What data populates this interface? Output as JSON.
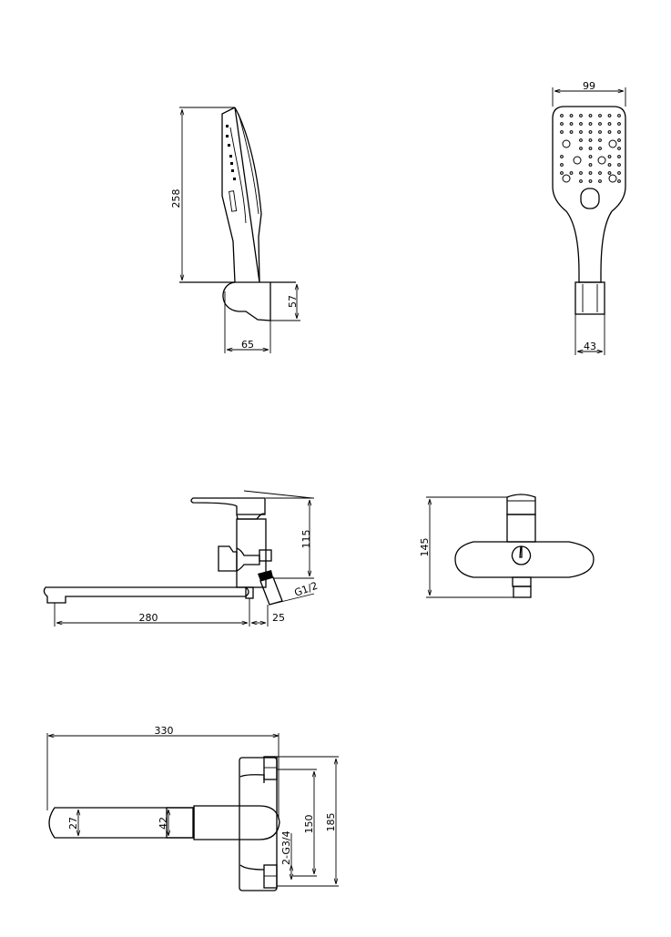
{
  "drawing": {
    "hand_shower_side": {
      "height": "258",
      "holder_width": "65",
      "holder_height": "57"
    },
    "hand_shower_front": {
      "head_width": "99",
      "connector_width": "43"
    },
    "mixer_side": {
      "height": "115",
      "spout_length": "280",
      "inlet_offset": "25",
      "thread": "G1/2"
    },
    "mixer_front": {
      "height": "145"
    },
    "mixer_top": {
      "total_length": "330",
      "spout_width": "27",
      "body_width": "42",
      "thread": "2-G3/4",
      "center_distance": "150",
      "overall_width": "185"
    }
  }
}
